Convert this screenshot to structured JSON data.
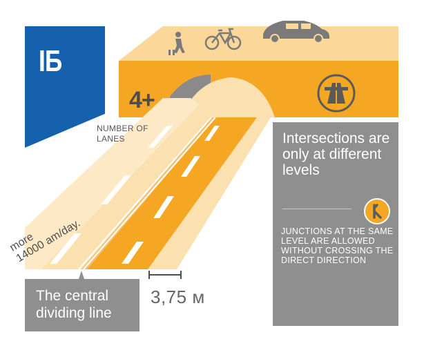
{
  "badge": {
    "code": "IБ"
  },
  "lanes": {
    "label": "NUMBER OF LANES",
    "value": "4+"
  },
  "traffic": {
    "prefix": "more",
    "number": "14000",
    "unit": "am/day."
  },
  "info": {
    "title": "Intersections are only at different levels",
    "note": "JUNCTIONS AT THE SAME LEVEL ARE ALLOWED WITHOUT CROSSING THE DIRECT DIRECTION"
  },
  "divider": {
    "label": "The central dividing line"
  },
  "lane_width": {
    "value": "3,75 м"
  },
  "icons": [
    "pedestrian-icon",
    "bicycle-icon",
    "car-icon",
    "highway-icon",
    "junction-icon"
  ],
  "colors": {
    "road": "#f5a623",
    "road_light": "#fbe0b0",
    "bridge_top": "#fbd79a",
    "badge": "#1561ae",
    "box": "#8f8f8f",
    "text_dark": "#4d4d4d"
  }
}
